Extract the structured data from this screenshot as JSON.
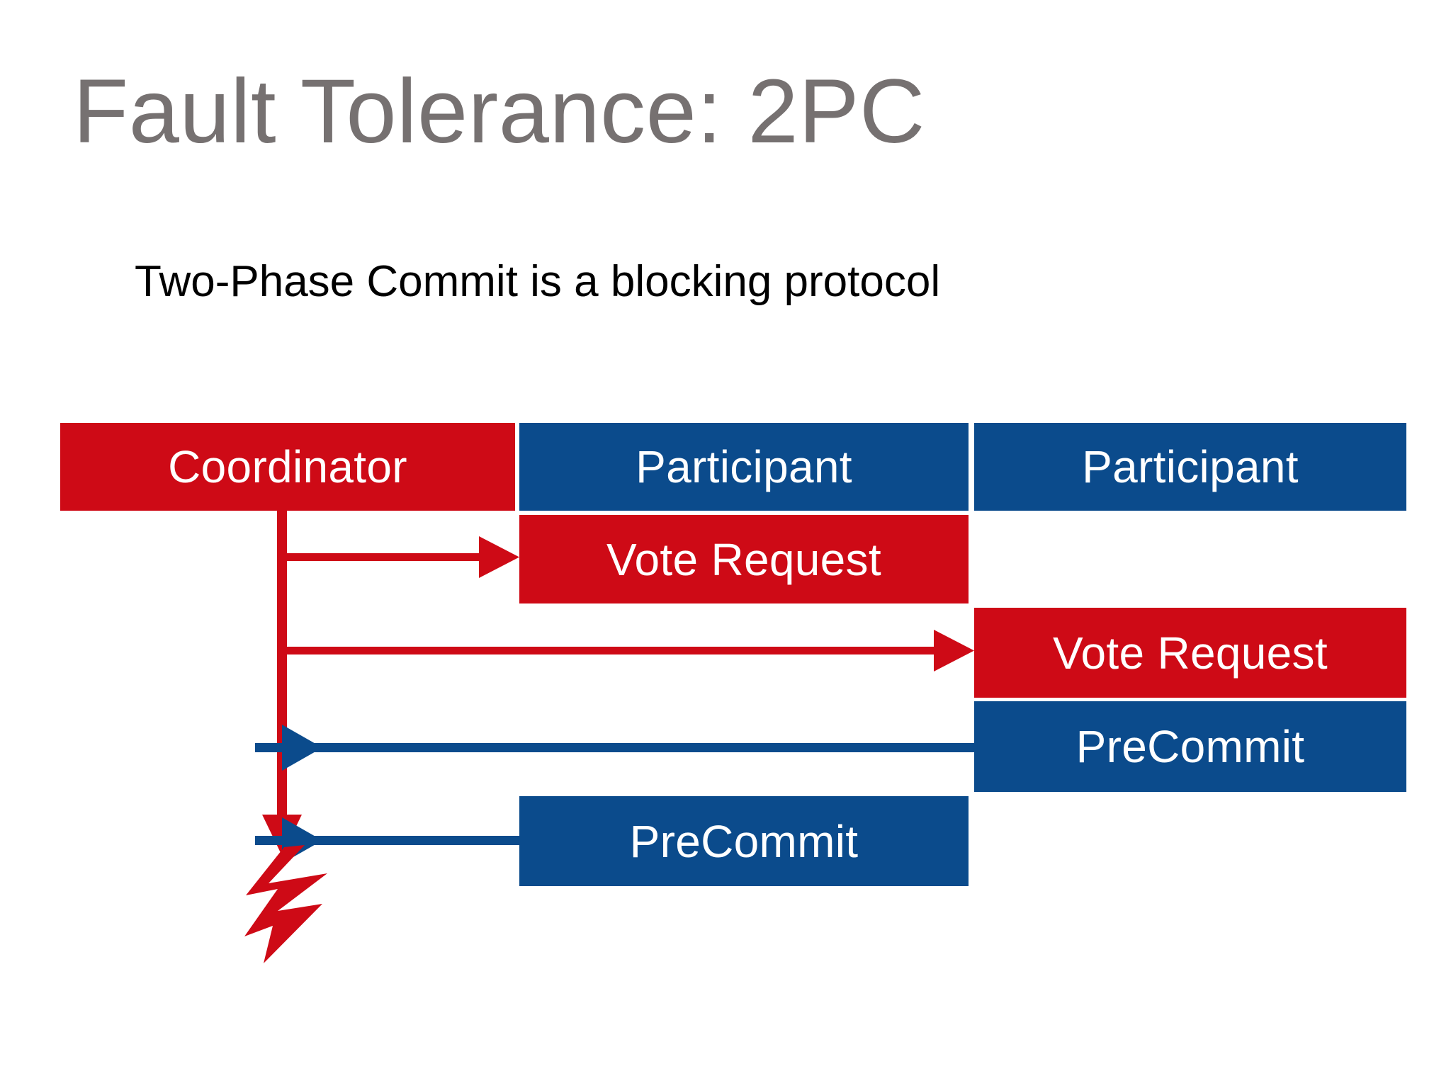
{
  "slide": {
    "title": "Fault Tolerance: 2PC",
    "subtitle": "Two-Phase Commit is a blocking protocol",
    "background_color": "#FFFFFF",
    "title_color": "#767171",
    "subtitle_color": "#000000"
  },
  "colors": {
    "coordinator_red": "#CE0A16",
    "participant_blue": "#0B4B8C",
    "label_text": "#FFFFFF"
  },
  "diagram": {
    "type": "sequence-diagram",
    "lanes": [
      {
        "id": "coordinator",
        "label": "Coordinator",
        "color": "#CE0A16"
      },
      {
        "id": "participant-1",
        "label": "Participant",
        "color": "#0B4B8C"
      },
      {
        "id": "participant-2",
        "label": "Participant",
        "color": "#0B4B8C"
      }
    ],
    "messages": [
      {
        "id": "vote-request-1",
        "label": "Vote Request",
        "color": "#CE0A16",
        "from": "coordinator",
        "to": "participant-1",
        "direction": "right"
      },
      {
        "id": "vote-request-2",
        "label": "Vote Request",
        "color": "#CE0A16",
        "from": "coordinator",
        "to": "participant-2",
        "direction": "right"
      },
      {
        "id": "precommit-2",
        "label": "PreCommit",
        "color": "#0B4B8C",
        "from": "participant-2",
        "to": "coordinator",
        "direction": "left"
      },
      {
        "id": "precommit-1",
        "label": "PreCommit",
        "color": "#0B4B8C",
        "from": "participant-1",
        "to": "coordinator",
        "direction": "left"
      }
    ],
    "annotations": [
      {
        "id": "coordinator-crash",
        "icon": "lightning-bolt-icon",
        "color": "#CE0A16",
        "meaning": "Coordinator crashes / fails"
      }
    ]
  }
}
